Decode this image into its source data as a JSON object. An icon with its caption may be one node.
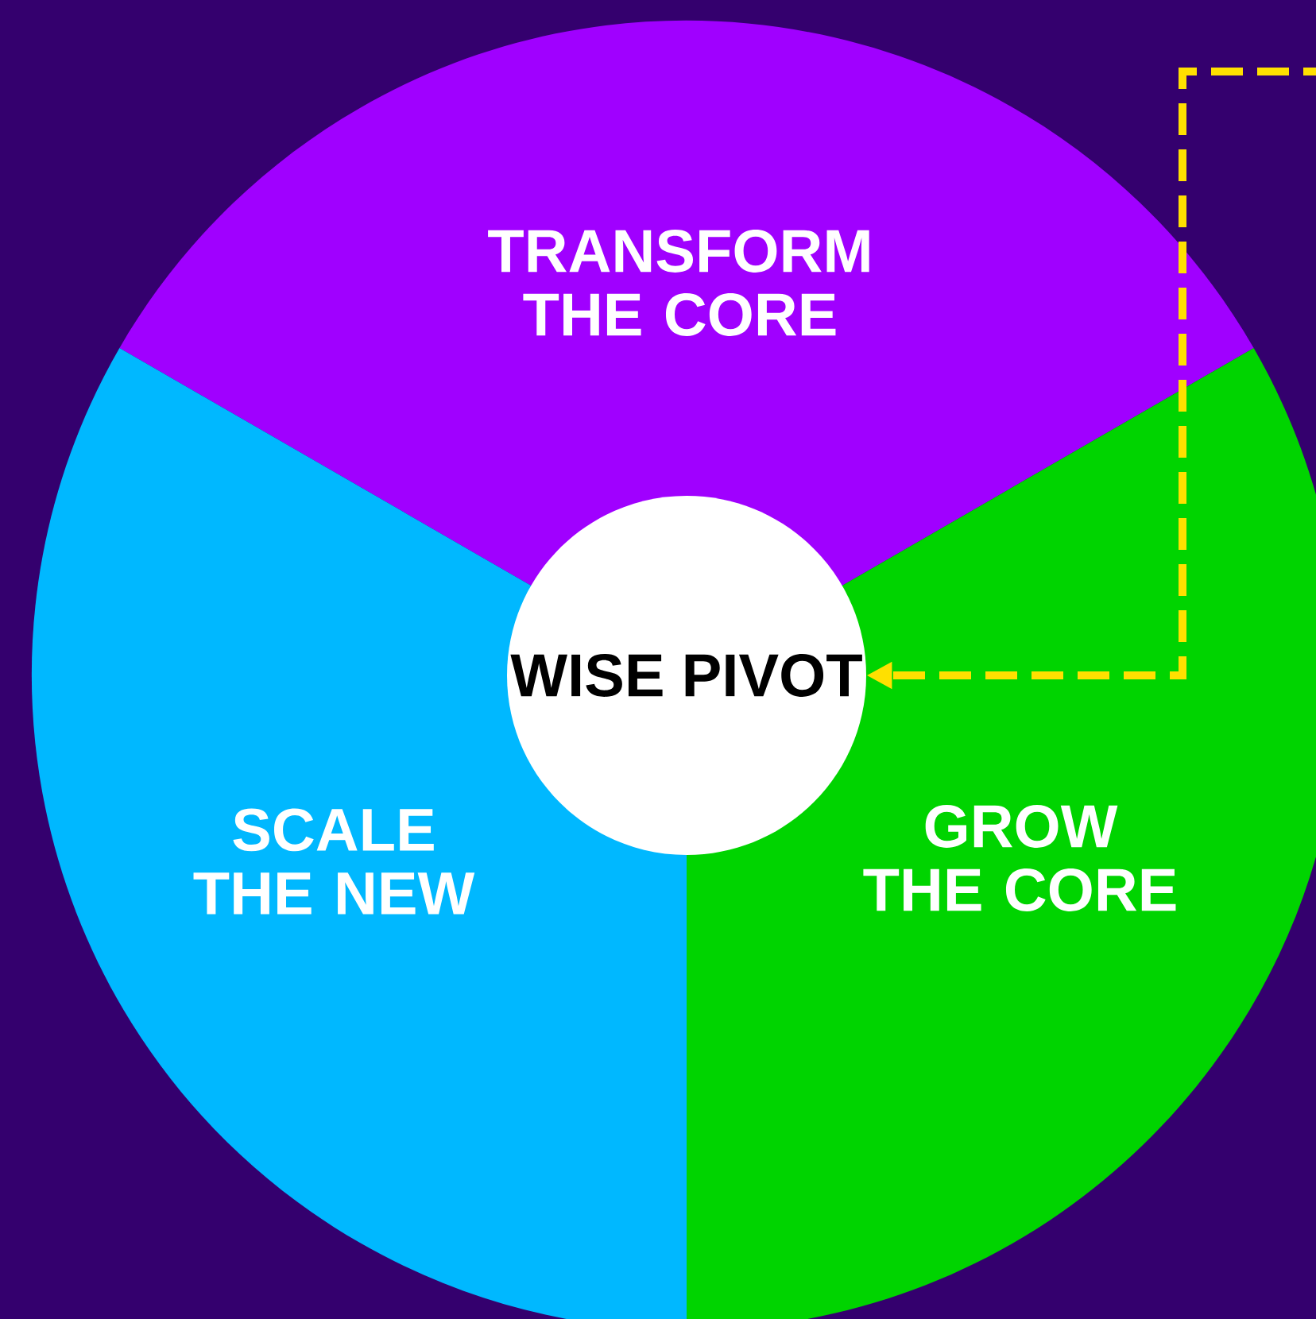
{
  "diagram": {
    "nodes": [
      {
        "text": [
          "TRANSFORM THE CORE"
        ]
      },
      {
        "text": [
          "SCALE THE NEW"
        ]
      },
      {
        "text": [
          "GROW THE CORE"
        ]
      },
      {
        "text": [
          "WISE PIVOT"
        ]
      }
    ],
    "edges": [
      {
        "from": null,
        "to": 3,
        "arrow": "to",
        "style": "dashed",
        "color": "#ffe000"
      }
    ]
  }
}
